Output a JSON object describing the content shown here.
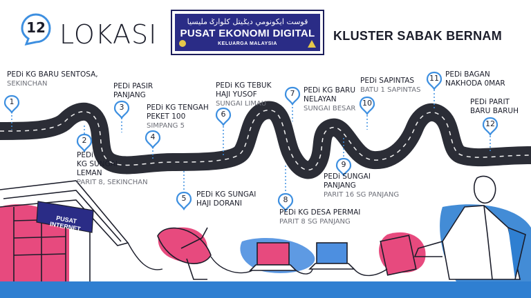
{
  "header": {
    "count": "12",
    "word": "LOKASI",
    "cluster": "KLUSTER SABAK BERNAM"
  },
  "banner": {
    "jawi": "قوست ايكونومي ديݢيتل كلوارݢ مليسيا",
    "title": "PUSAT EKONOMI DIGITAL",
    "subtitle": "KELUARGA MALAYSIA"
  },
  "building_sign": "PUSAT INTERNET",
  "locations": [
    {
      "num": "1",
      "name": [
        "PEDi KG BARU SENTOSA,"
      ],
      "area": "SEKINCHAN"
    },
    {
      "num": "2",
      "name": [
        "PEDi",
        "KG SUNGAI",
        "LEMAN"
      ],
      "area": "PARIT 8, SEKINCHAN"
    },
    {
      "num": "3",
      "name": [
        "PEDi PASIR",
        "PANJANG"
      ],
      "area": ""
    },
    {
      "num": "4",
      "name": [
        "PEDi KG TENGAH",
        "PEKET 100"
      ],
      "area": "SIMPANG 5"
    },
    {
      "num": "5",
      "name": [
        "PEDi KG SUNGAI",
        "HAJI DORANI"
      ],
      "area": ""
    },
    {
      "num": "6",
      "name": [
        "PEDi KG TEBUK",
        "HAJI YUSOF"
      ],
      "area": "SUNGAI LIMAU"
    },
    {
      "num": "7",
      "name": [
        "PEDi KG BARU",
        "NELAYAN"
      ],
      "area": "SUNGAI BESAR"
    },
    {
      "num": "8",
      "name": [
        "PEDi KG DESA PERMAI"
      ],
      "area": "PARIT 8 SG PANJANG"
    },
    {
      "num": "9",
      "name": [
        "PEDi SUNGAI",
        "PANJANG"
      ],
      "area": "PARIT 16 SG PANJANG"
    },
    {
      "num": "10",
      "name": [
        "PEDi SAPINTAS"
      ],
      "area": "BATU 1 SAPINTAS"
    },
    {
      "num": "11",
      "name": [
        "PEDi BAGAN",
        "NAKHODA 0MAR"
      ],
      "area": ""
    },
    {
      "num": "12",
      "name": [
        "PEDi PARIT",
        "BARU BARUH"
      ],
      "area": ""
    }
  ],
  "colors": {
    "navy": "#2a2c86",
    "road": "#2b2d36",
    "pin_blue": "#3d8fe0",
    "pink": "#e74a7e",
    "blue": "#2f7fd1"
  }
}
